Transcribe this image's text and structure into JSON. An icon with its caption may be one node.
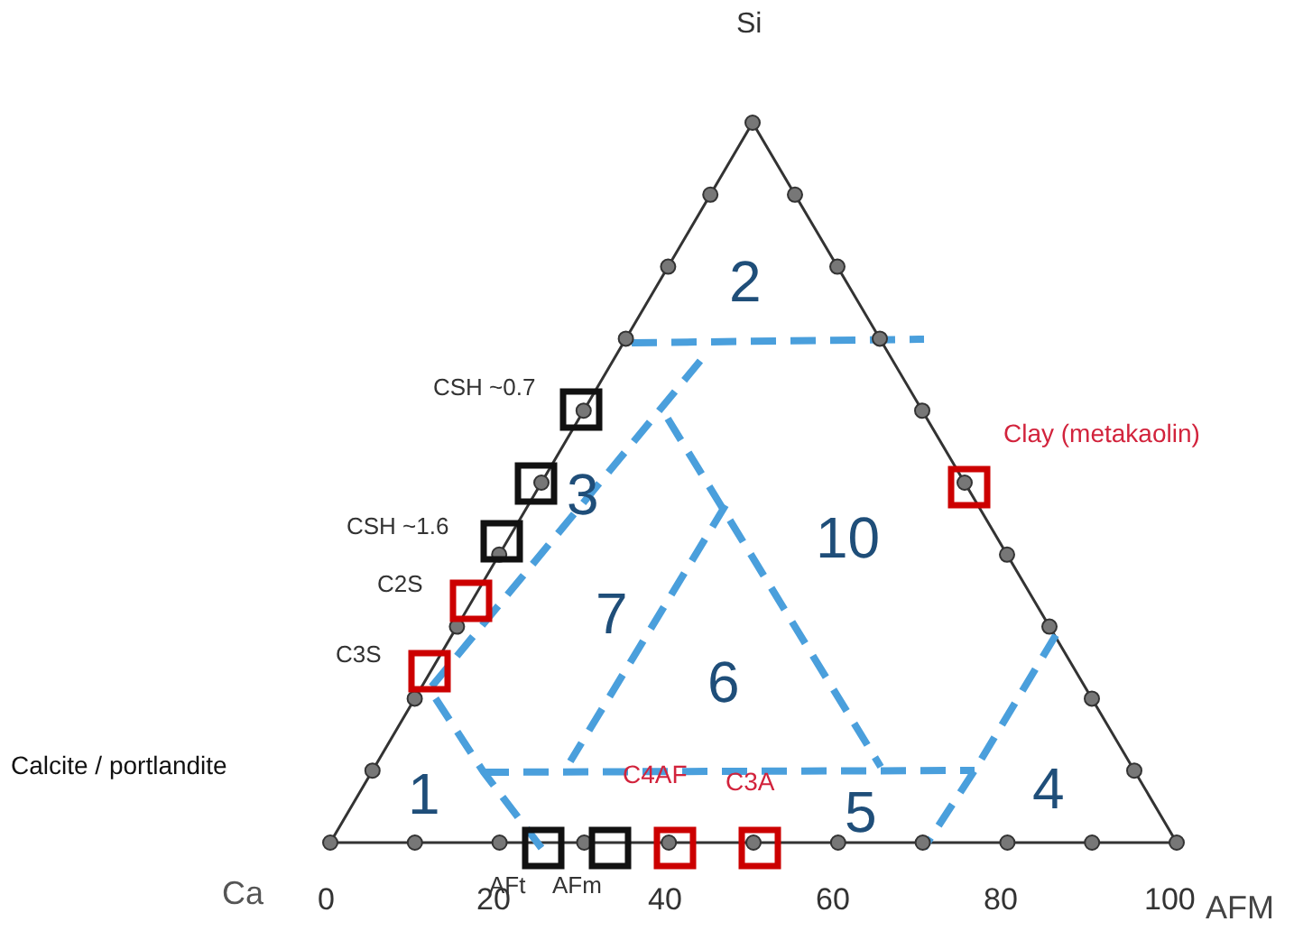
{
  "diagram": {
    "labels": [
      "Si",
      "2",
      "CSH ~0.7",
      "Clay (metakaolin)",
      "3",
      "10",
      "CSH ~1.6",
      "C2S",
      "7",
      "C3S",
      "6",
      "Calcite / portlandite",
      "C4AF",
      "C3A",
      "1",
      "5",
      "4",
      "AFt",
      "AFm",
      "Ca",
      "0",
      "20",
      "40",
      "60",
      "80",
      "100",
      "AFM"
    ]
  }
}
